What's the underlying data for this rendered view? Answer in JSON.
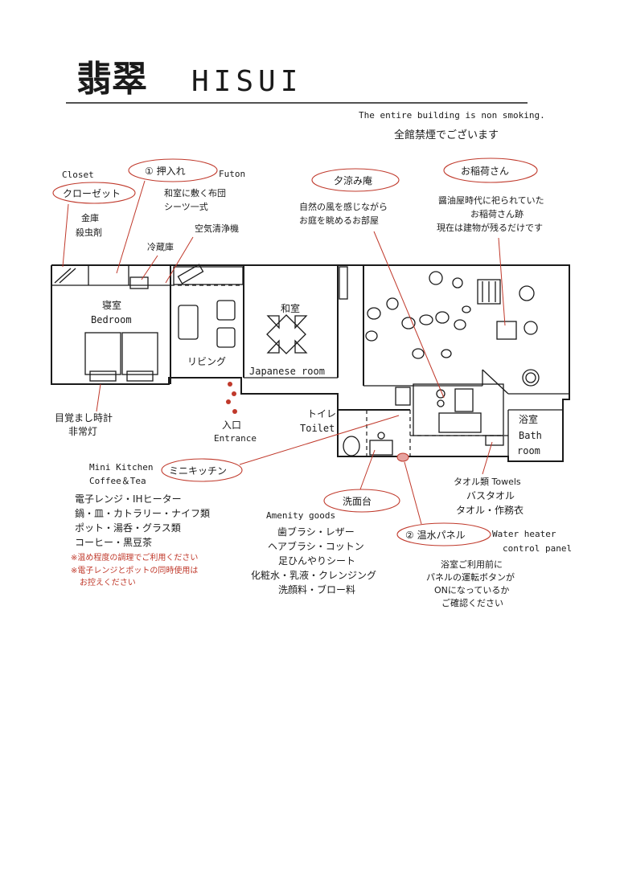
{
  "header": {
    "title_jp": "翡翠",
    "title_en": "HISUI",
    "notice_en": "The entire building is non smoking.",
    "notice_jp": "全館禁煙でございます"
  },
  "callouts": {
    "closet": {
      "en": "Closet",
      "jp": "クローゼット",
      "items": [
        "金庫",
        "殺虫剤"
      ]
    },
    "oshiire": {
      "jp": "① 押入れ",
      "en": "Futon",
      "items": [
        "和室に敷く布団",
        "シーツ一式"
      ]
    },
    "yusumi": {
      "jp": "夕涼み庵",
      "items": [
        "自然の風を感じながら",
        "お庭を眺めるお部屋"
      ]
    },
    "oinari": {
      "jp": "お稲荷さん",
      "items": [
        "醤油屋時代に祀られていた",
        "お稲荷さん跡",
        "現在は建物が残るだけです"
      ]
    },
    "fridge": "冷蔵庫",
    "air_purifier": "空気清浄機",
    "alarm": {
      "items": [
        "目覚まし時計",
        "非常灯"
      ]
    },
    "entrance": {
      "jp": "入口",
      "en": "Entrance"
    },
    "toilet": {
      "jp": "トイレ",
      "en": "Toilet"
    },
    "kitchen": {
      "en1": "Mini Kitchen",
      "en2": "Coffee＆Tea",
      "jp": "ミニキッチン",
      "items": [
        "電子レンジ・IHヒーター",
        "鍋・皿・カトラリー・ナイフ類",
        "ポット・湯呑・グラス類",
        "コーヒー・黒豆茶"
      ],
      "notes": [
        "※温め程度の調理でご利用ください",
        "※電子レンジとポットの同時使用は",
        "お控えください"
      ]
    },
    "washstand": {
      "jp": "洗面台",
      "en": "Amenity goods",
      "items": [
        "歯ブラシ・レザー",
        "ヘアブラシ・コットン",
        "足ひんやりシート",
        "化粧水・乳液・クレンジング",
        "洗顔料・ブロー料"
      ]
    },
    "water_panel": {
      "jp": "② 温水パネル",
      "en1": "Water heater",
      "en2": "control panel",
      "items": [
        "浴室ご利用前に",
        "パネルの運転ボタンが",
        "ONになっているか",
        "ご確認ください"
      ]
    },
    "towels": {
      "title": "タオル類 Towels",
      "items": [
        "バスタオル",
        "タオル・作務衣"
      ]
    }
  },
  "rooms": {
    "bedroom_jp": "寝室",
    "bedroom_en": "Bedroom",
    "living": "リビング",
    "washitsu": "和室",
    "japanese_room": "Japanese room",
    "bath_jp": "浴室",
    "bath_en1": "Bath",
    "bath_en2": "room"
  },
  "colors": {
    "ink": "#1a1a1a",
    "accent_red": "#c0392b",
    "paper": "#ffffff"
  }
}
